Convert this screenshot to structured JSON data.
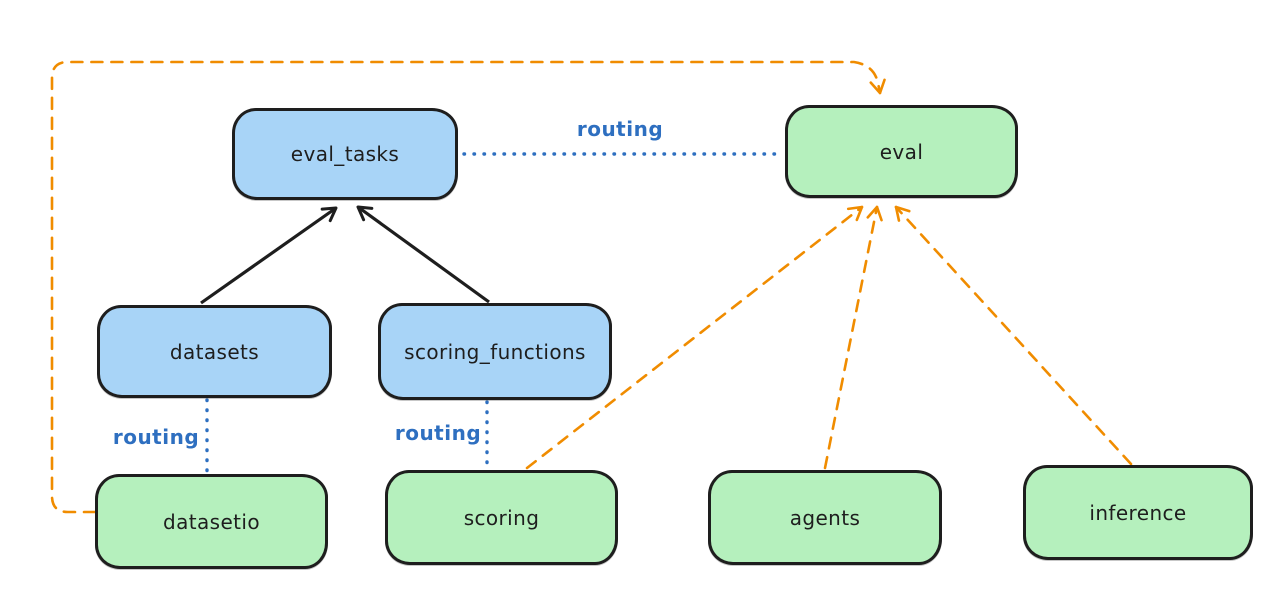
{
  "colors": {
    "box_stroke": "#1e1e1e",
    "blue_fill": "#a8d4f7",
    "green_fill": "#b5f0bd",
    "routing_blue": "#2e6fc0",
    "orange": "#f08c00",
    "black_arrow": "#1e1e1e",
    "background": "#ffffff"
  },
  "nodes": {
    "eval_tasks": {
      "label": "eval_tasks",
      "fill": "#a8d4f7"
    },
    "eval": {
      "label": "eval",
      "fill": "#b5f0bd"
    },
    "datasets": {
      "label": "datasets",
      "fill": "#a8d4f7"
    },
    "scoring_functions": {
      "label": "scoring_functions",
      "fill": "#a8d4f7"
    },
    "datasetio": {
      "label": "datasetio",
      "fill": "#b5f0bd"
    },
    "scoring": {
      "label": "scoring",
      "fill": "#b5f0bd"
    },
    "agents": {
      "label": "agents",
      "fill": "#b5f0bd"
    },
    "inference": {
      "label": "inference",
      "fill": "#b5f0bd"
    }
  },
  "edges": [
    {
      "from": "datasets",
      "to": "eval_tasks",
      "style": "solid",
      "color": "#1e1e1e",
      "arrow": "end",
      "label": ""
    },
    {
      "from": "scoring_functions",
      "to": "eval_tasks",
      "style": "solid",
      "color": "#1e1e1e",
      "arrow": "end",
      "label": ""
    },
    {
      "from": "eval_tasks",
      "to": "eval",
      "style": "dotted",
      "color": "#2e6fc0",
      "arrow": "none",
      "label": "routing"
    },
    {
      "from": "datasets",
      "to": "datasetio",
      "style": "dotted",
      "color": "#2e6fc0",
      "arrow": "none",
      "label": "routing"
    },
    {
      "from": "scoring_functions",
      "to": "scoring",
      "style": "dotted",
      "color": "#2e6fc0",
      "arrow": "none",
      "label": "routing"
    },
    {
      "from": "datasetio",
      "to": "eval",
      "style": "dashed",
      "color": "#f08c00",
      "arrow": "end",
      "label": ""
    },
    {
      "from": "scoring",
      "to": "eval",
      "style": "dashed",
      "color": "#f08c00",
      "arrow": "end",
      "label": ""
    },
    {
      "from": "agents",
      "to": "eval",
      "style": "dashed",
      "color": "#f08c00",
      "arrow": "end",
      "label": ""
    },
    {
      "from": "inference",
      "to": "eval",
      "style": "dashed",
      "color": "#f08c00",
      "arrow": "end",
      "label": ""
    }
  ]
}
